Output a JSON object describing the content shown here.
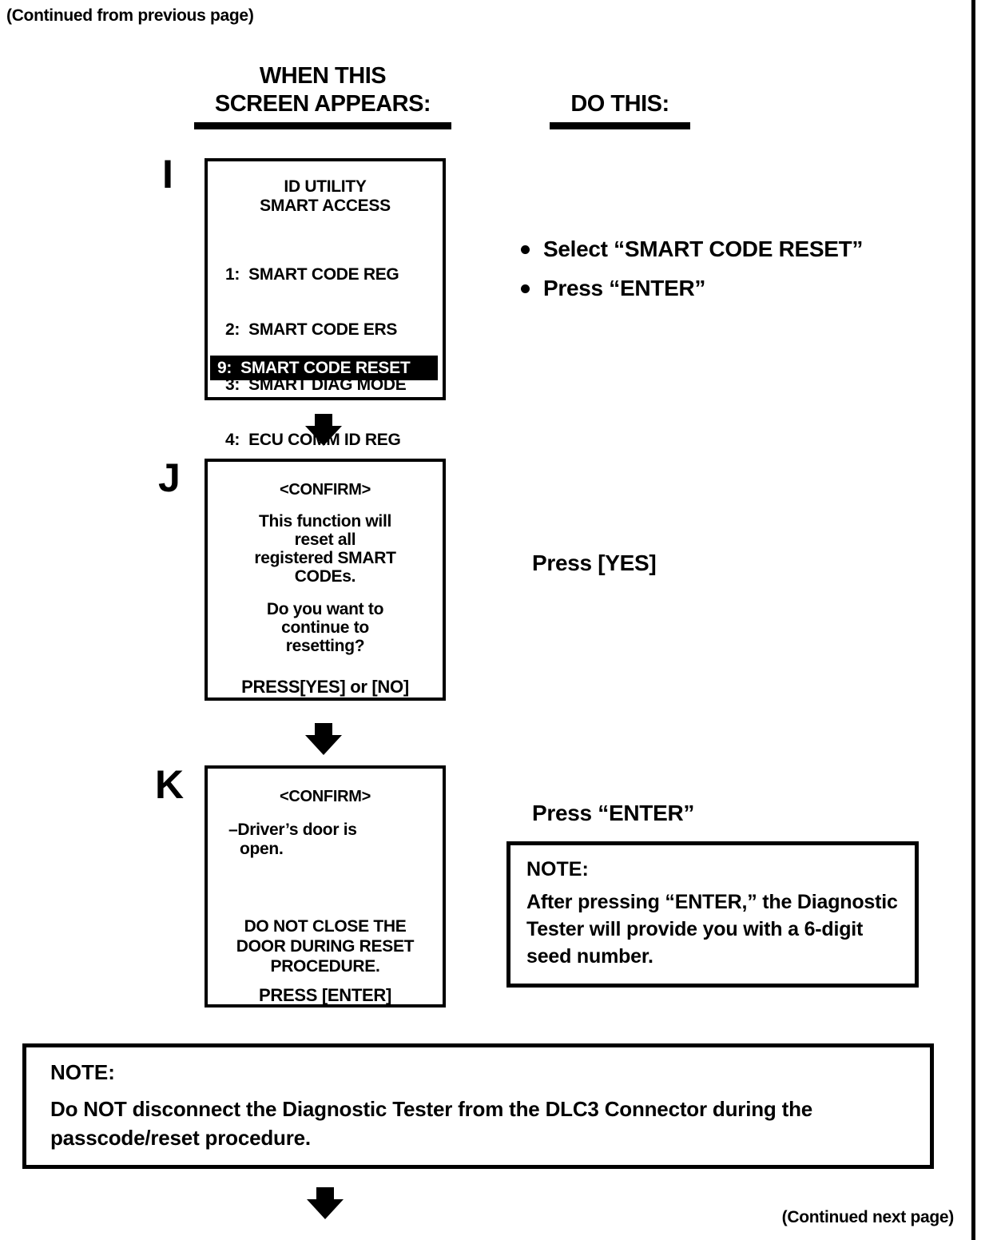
{
  "page": {
    "continued_from": "(Continued from previous page)",
    "continued_next": "(Continued next page)"
  },
  "headers": {
    "screen_col_line1": "WHEN THIS",
    "screen_col_line2": "SCREEN APPEARS:",
    "action_col": "DO THIS:"
  },
  "steps": [
    {
      "label": "I",
      "screen": {
        "title_lines": [
          "ID UTILITY",
          "SMART ACCESS"
        ],
        "menu_items": [
          "1:  SMART CODE REG",
          "2:  SMART CODE ERS",
          "3:  SMART DIAG MODE",
          "4:  ECU COMM ID REG"
        ],
        "highlighted_item": "9:  SMART CODE RESET"
      },
      "instructions": [
        "Select “SMART CODE RESET”",
        "Press “ENTER”"
      ]
    },
    {
      "label": "J",
      "screen": {
        "title": "<CONFIRM>",
        "message_lines": [
          "This function will",
          "reset all",
          "registered SMART",
          "CODEs."
        ],
        "question_lines": [
          "Do you want to",
          "continue to",
          "resetting?"
        ],
        "footer": "PRESS[YES] or [NO]"
      },
      "instruction": "Press [YES]"
    },
    {
      "label": "K",
      "screen": {
        "title": "<CONFIRM>",
        "status_lines": [
          "–Driver’s door is",
          "open."
        ],
        "warning_lines": [
          "DO NOT CLOSE THE",
          "DOOR DURING RESET",
          "PROCEDURE."
        ],
        "footer": "PRESS [ENTER]"
      },
      "instruction": "Press “ENTER”",
      "note": {
        "title": "NOTE:",
        "body": "After pressing “ENTER,” the Diagnostic Tester will provide you with a 6-digit seed number."
      }
    }
  ],
  "bottom_note": {
    "title": "NOTE:",
    "body": "Do NOT disconnect the Diagnostic Tester from the DLC3 Connector during the passcode/reset procedure."
  }
}
